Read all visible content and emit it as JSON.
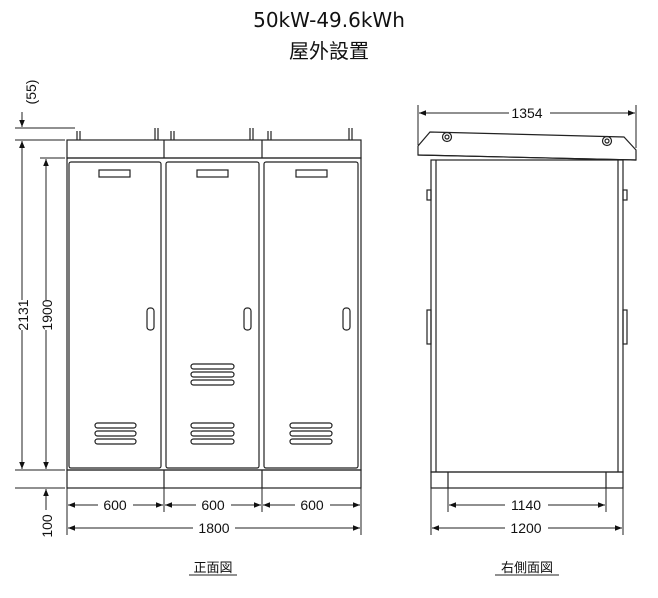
{
  "header": {
    "title": "50kW-49.6kWh",
    "subtitle": "屋外設置"
  },
  "front_view": {
    "caption": "正面図",
    "dims": {
      "top_gap": "(55)",
      "total_height": "2131",
      "body_height": "1900",
      "base_height": "100",
      "panel_widths": [
        "600",
        "600",
        "600"
      ],
      "total_width": "1800"
    }
  },
  "side_view": {
    "caption": "右側面図",
    "dims": {
      "roof_width": "1354",
      "base_width": "1140",
      "total_width": "1200"
    }
  }
}
